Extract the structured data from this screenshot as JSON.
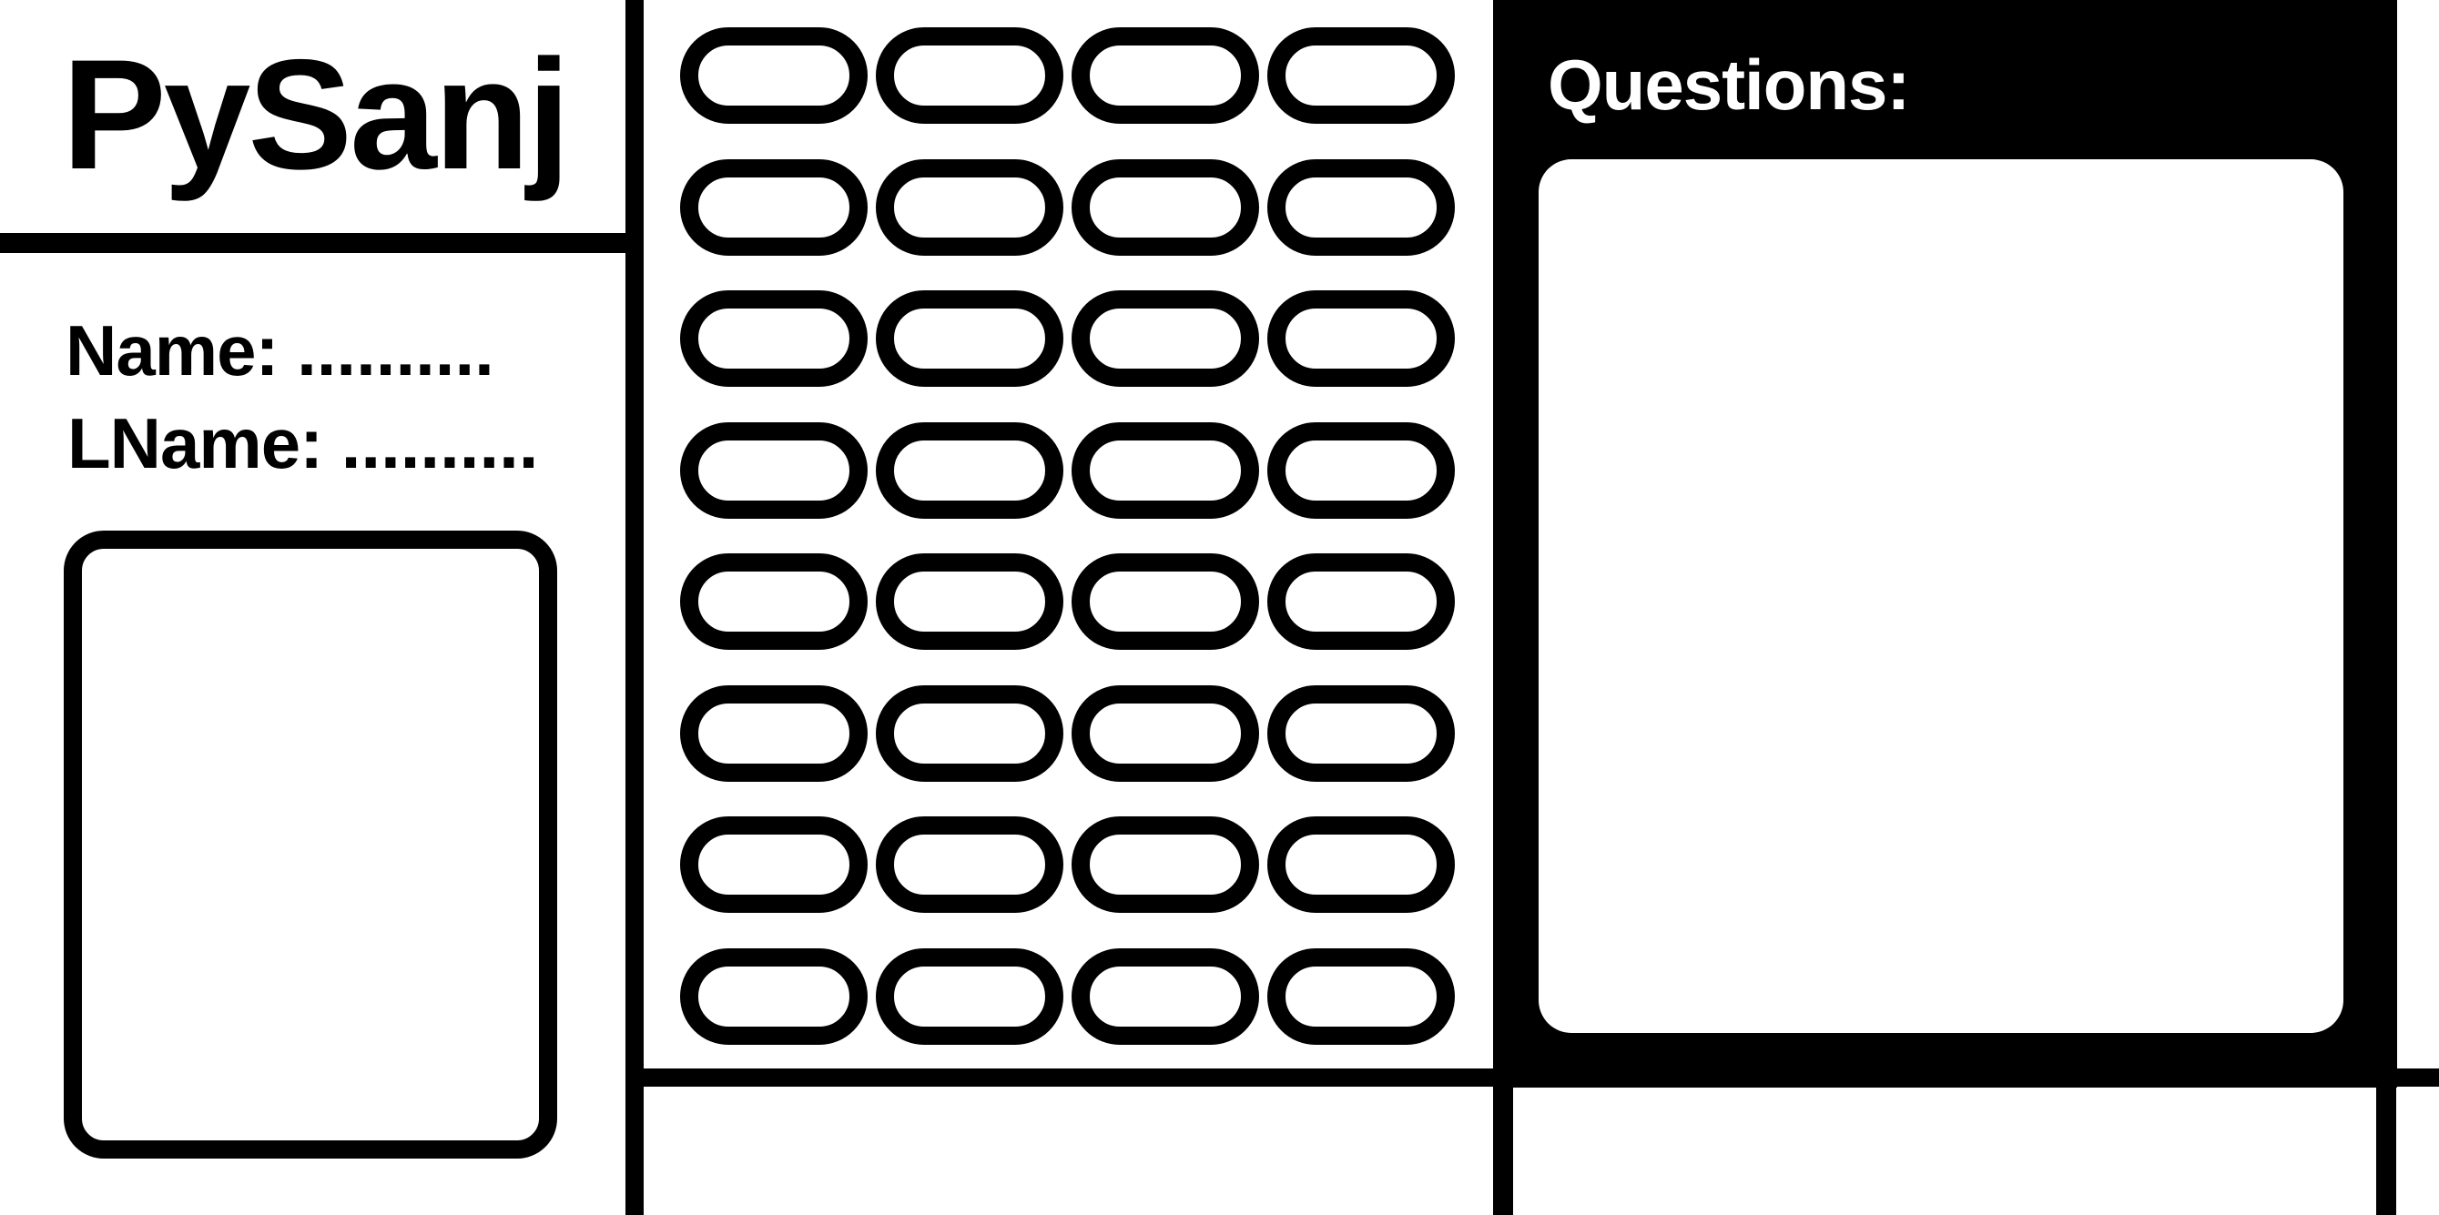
{
  "app": {
    "title": "PySanj"
  },
  "form": {
    "name_label": "Name:",
    "name_placeholder": "..........",
    "lname_label": "LName:",
    "lname_placeholder": ".........."
  },
  "questions": {
    "title": "Questions:"
  },
  "answer_grid": {
    "rows": 8,
    "columns": 4
  },
  "colors": {
    "ink": "#000000",
    "paper": "#ffffff"
  }
}
